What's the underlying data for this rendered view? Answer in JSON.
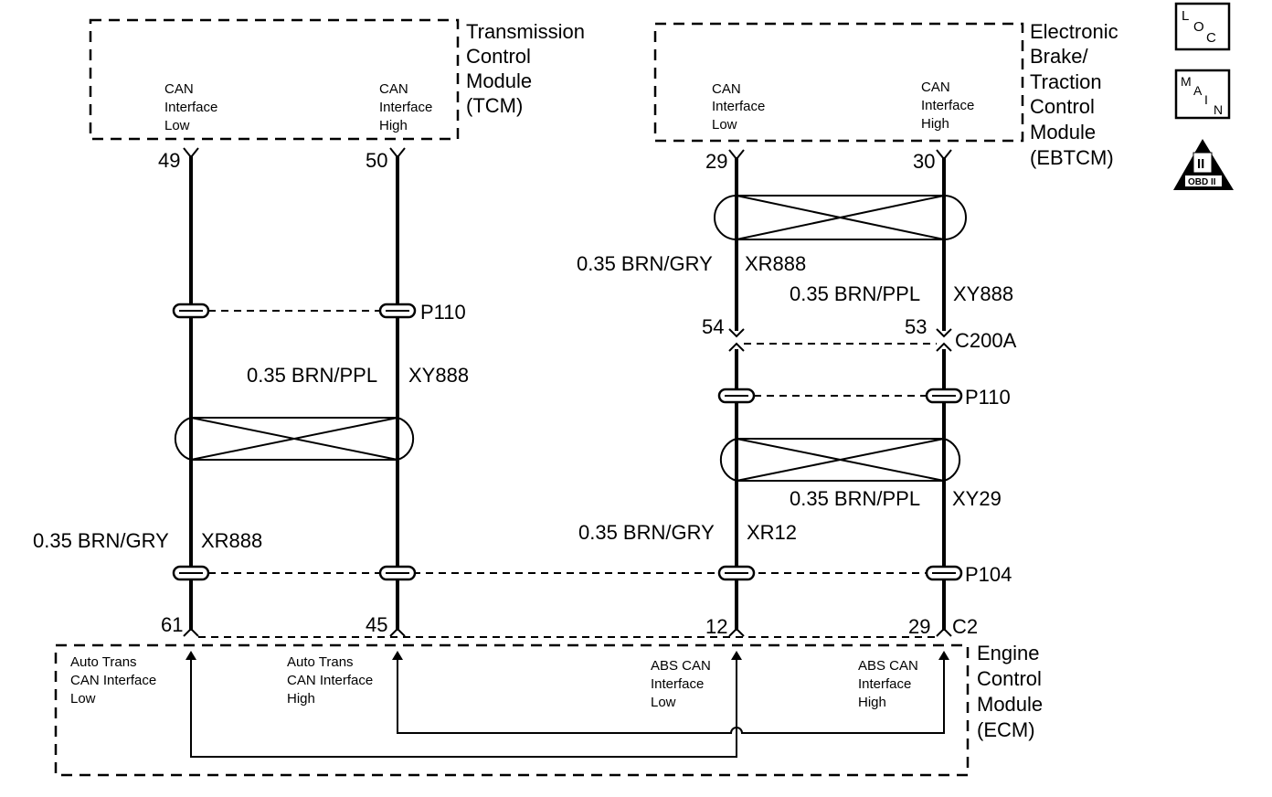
{
  "tcm": {
    "title_lines": [
      "Transmission",
      "Control",
      "Module",
      "(TCM)"
    ],
    "pin_low": {
      "lines": [
        "CAN",
        "Interface",
        "Low"
      ],
      "number": "49"
    },
    "pin_high": {
      "lines": [
        "CAN",
        "Interface",
        "High"
      ],
      "number": "50"
    }
  },
  "ebtcm": {
    "title_lines": [
      "Electronic",
      "Brake/",
      "Traction",
      "Control",
      "Module",
      "(EBTCM)"
    ],
    "pin_low": {
      "lines": [
        "CAN",
        "Interface",
        "Low"
      ],
      "number": "29"
    },
    "pin_high": {
      "lines": [
        "CAN",
        "Interface",
        "High"
      ],
      "number": "30"
    }
  },
  "ecm": {
    "title_lines": [
      "Engine",
      "Control",
      "Module",
      "(ECM)"
    ],
    "pins": [
      {
        "lines": [
          "Auto Trans",
          "CAN Interface",
          "Low"
        ],
        "number": "61"
      },
      {
        "lines": [
          "Auto Trans",
          "CAN Interface",
          "High"
        ],
        "number": "45"
      },
      {
        "lines": [
          "ABS CAN",
          "Interface",
          "Low"
        ],
        "number": "12"
      },
      {
        "lines": [
          "ABS CAN",
          "Interface",
          "High"
        ],
        "number": "29"
      }
    ],
    "connector": "C2"
  },
  "wires": {
    "tcm_high": {
      "gauge_color": "0.35 BRN/PPL",
      "circuit": "XY888"
    },
    "tcm_low": {
      "gauge_color": "0.35 BRN/GRY",
      "circuit": "XR888"
    },
    "ebtcm_low_upper": {
      "gauge_color": "0.35 BRN/GRY",
      "circuit": "XR888"
    },
    "ebtcm_high_upper": {
      "gauge_color": "0.35 BRN/PPL",
      "circuit": "XY888"
    },
    "ebtcm_high_lower": {
      "gauge_color": "0.35 BRN/PPL",
      "circuit": "XY29"
    },
    "ebtcm_low_lower": {
      "gauge_color": "0.35 BRN/GRY",
      "circuit": "XR12"
    }
  },
  "connectors": {
    "c200a": {
      "name": "C200A",
      "pin_low": "54",
      "pin_high": "53"
    },
    "splice_p110_left": "P110",
    "splice_p110_right": "P110",
    "splice_p104": "P104"
  },
  "icons": {
    "loc": {
      "letters": [
        "L",
        "O",
        "C"
      ]
    },
    "main": {
      "letters": [
        "M",
        "A",
        "I",
        "N"
      ]
    },
    "obd": {
      "label": "OBD II",
      "mark": "II"
    }
  }
}
